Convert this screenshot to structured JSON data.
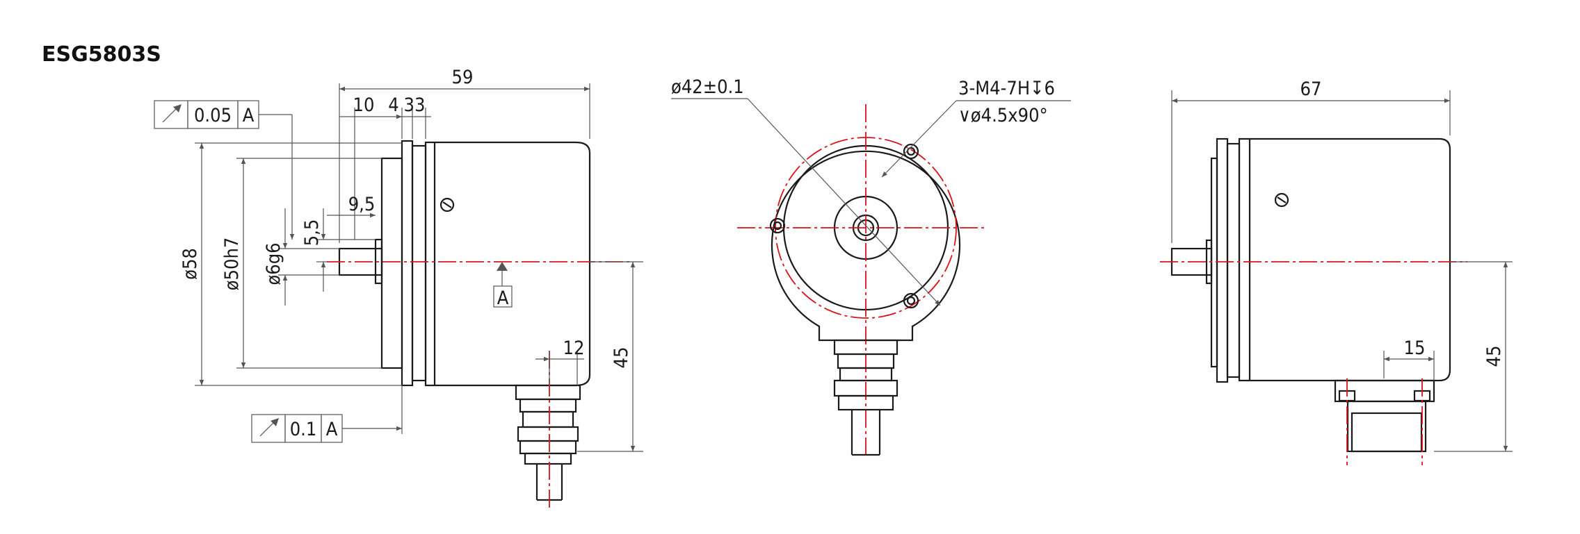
{
  "title": "ESG5803S",
  "side_view": {
    "runout_top": {
      "value": "0.05",
      "datum": "A"
    },
    "runout_bottom": {
      "value": "0.1",
      "datum": "A"
    },
    "dim_overall_length": "59",
    "dim_flange": "10",
    "dim_4": "4",
    "dim_33": "33",
    "dim_shaft_step": "9,5",
    "dim_flat": "5,5",
    "dim_housing_dia": "ø58",
    "dim_spigot_dia": "ø50h7",
    "dim_shaft_dia": "ø6g6",
    "dim_cable_offset": "12",
    "dim_cable_height": "45",
    "datum_label": "A"
  },
  "front_view": {
    "pcd": "ø42±0.1",
    "thread": "3-M4-7H↧6",
    "countersink": "∨ø4.5x90°"
  },
  "connector_view": {
    "dim_overall_length": "67",
    "dim_connector_offset": "15",
    "dim_connector_height": "45"
  },
  "colors": {
    "line": "#1a1a1a",
    "dimension": "#555555",
    "centerline": "#d8141b"
  }
}
